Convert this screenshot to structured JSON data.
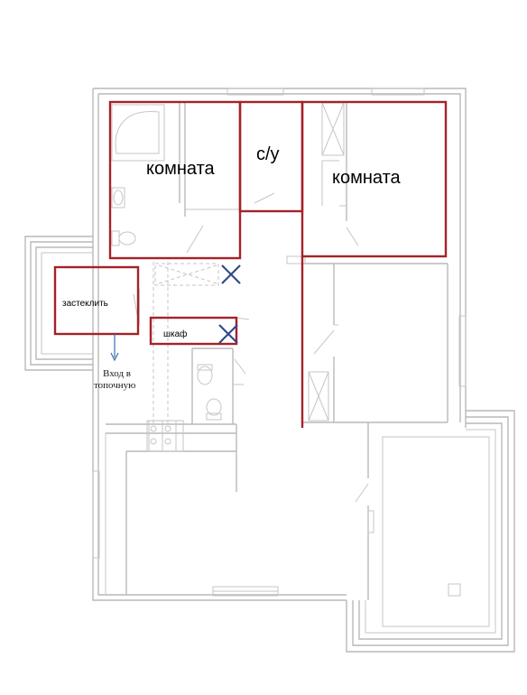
{
  "labels": {
    "room_left": "комната",
    "bathroom": "с/у",
    "room_right": "комната",
    "glaze": "застеклить",
    "wardrobe": "шкаф",
    "entrance_line1": "Вход в",
    "entrance_line2": "топочную"
  },
  "colors": {
    "walls": "#b9b9b9",
    "marking": "#a52228",
    "removal_cross": "#2f4a8a",
    "arrow": "#3a6fb0"
  },
  "icons": [
    "bathtub-icon",
    "sink-icon",
    "toilet-icon",
    "wardrobe-icon",
    "cross-mark-icon",
    "arrow-down-icon"
  ]
}
